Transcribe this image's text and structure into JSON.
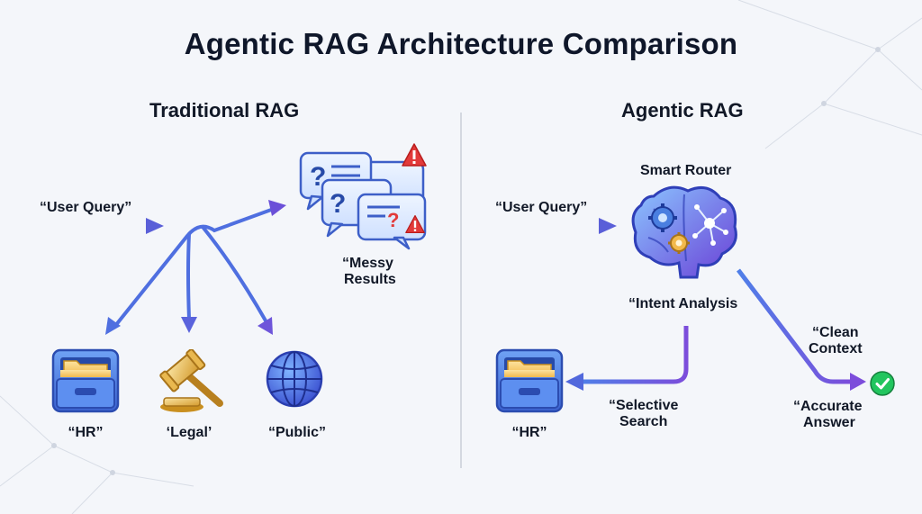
{
  "title": "Agentic RAG Architecture Comparison",
  "traditional": {
    "heading": "Traditional RAG",
    "query": "“User Query”",
    "messy_line1": "“Messy",
    "messy_line2": "Results",
    "sources": {
      "hr": "“HR”",
      "legal": "‘Legal’",
      "public": "“Public”"
    }
  },
  "agentic": {
    "heading": "Agentic RAG",
    "query": "“User Query”",
    "router": "Smart Router",
    "intent": "“Intent Analysis",
    "clean_line1": "“Clean",
    "clean_line2": "Context",
    "selective_line1": "“Selective",
    "selective_line2": "Search",
    "hr": "“HR”",
    "answer_line1": "“Accurate",
    "answer_line2": "Answer"
  },
  "colors": {
    "arrow_blue": "#4f6fe0",
    "arrow_purple": "#7c4ddb",
    "divider": "#c9ced8",
    "answer_check": "#22c55e",
    "warning": "#e23a3a"
  },
  "icons": [
    "arrow-right-icon",
    "archive-drawer-icon",
    "gavel-icon",
    "globe-icon",
    "chat-bubble-question-icon",
    "warning-icon",
    "brain-icon",
    "gear-icon",
    "network-node-icon",
    "check-circle-icon"
  ]
}
